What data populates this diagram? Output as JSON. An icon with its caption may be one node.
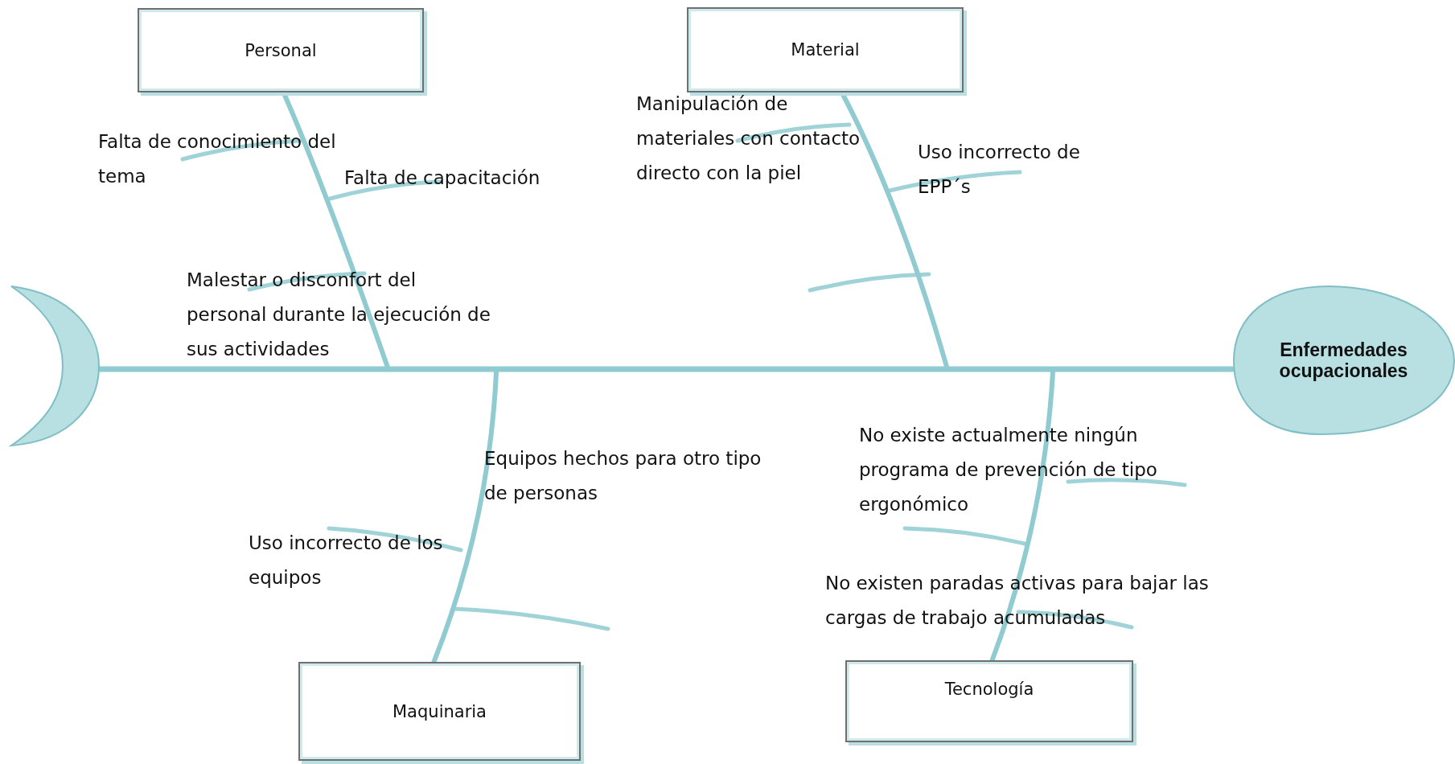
{
  "diagram": {
    "nodes": [
      {
        "text": [
          "Personal"
        ]
      },
      {
        "text": [
          "Material"
        ]
      },
      {
        "text": [],
        "shape": "crescent"
      },
      {
        "text": [
          "Enfermedades ocupacionales"
        ]
      },
      {
        "text": [
          "Maquinaria"
        ]
      },
      {
        "text": [
          "Tecnología"
        ]
      }
    ],
    "edges": [
      {
        "from": 2,
        "to": 3,
        "arrow": "none"
      },
      {
        "from": 0,
        "to": null,
        "arrow": "none"
      },
      {
        "from": 1,
        "to": null,
        "arrow": "none"
      },
      {
        "from": 4,
        "to": null,
        "arrow": "none"
      },
      {
        "from": 5,
        "to": null,
        "arrow": "none"
      }
    ],
    "labels": [
      "Falta de conocimiento del tema",
      "Falta de capacitación",
      "Malestar o disconfort del personal durante la ejecución de sus actividades",
      "Manipulación de materiales con contacto directo con la piel",
      "Uso incorrecto de EPP´s",
      "Equipos hechos para otro tipo de personas",
      "Uso incorrecto de los equipos",
      "No existe actualmente ningún programa de prevención de tipo ergonómico",
      "No existen paradas activas para bajar las cargas de trabajo acumuladas"
    ]
  }
}
